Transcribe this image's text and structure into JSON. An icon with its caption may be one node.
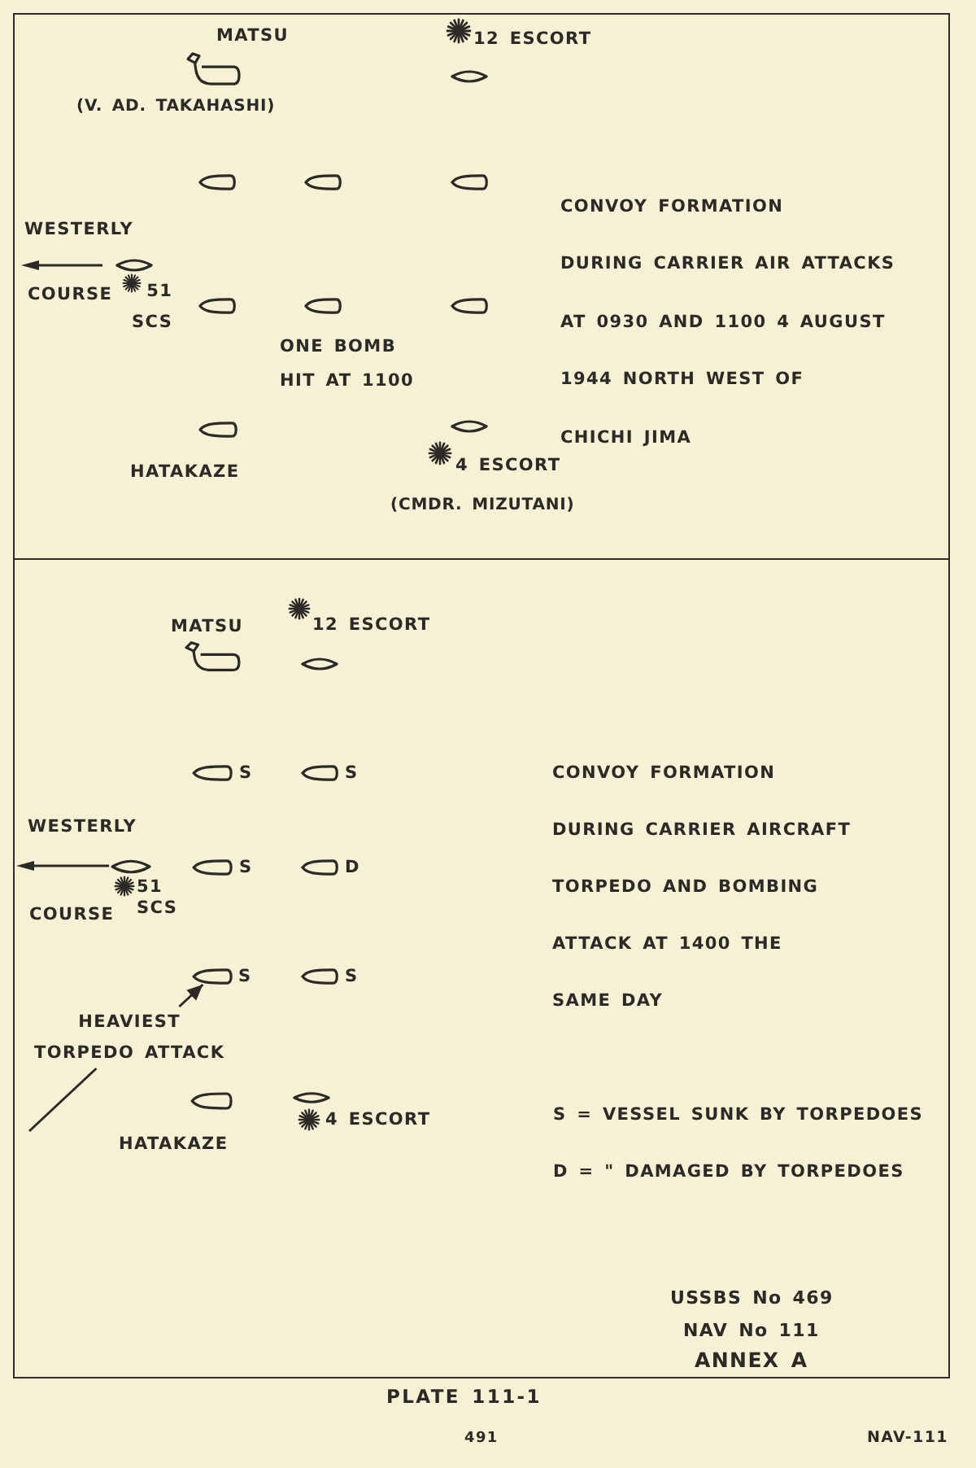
{
  "diagram": {
    "caption": "PLATE 111-1",
    "nodes": [
      {
        "text": [
          "CONVOY FORMATION DURING CARRIER AIR ATTACKS AT 0930 AND 1100 4 AUGUST 1944 NORTH WEST OF CHICHI JIMA"
        ]
      },
      {
        "text": [
          "CONVOY FORMATION DURING CARRIER AIRCRAFT TORPEDO AND BOMBING ATTACK AT 1400 THE SAME DAY"
        ]
      },
      {
        "text": [
          "HEAVIEST TORPEDO ATTACK"
        ],
        "in": 1
      },
      {
        "text": [],
        "shape": "ship",
        "beside": [
          "S"
        ],
        "in": 1
      }
    ],
    "edges": [
      {
        "from": null,
        "to": 2,
        "arrow": "none"
      },
      {
        "from": 2,
        "to": 3,
        "arrow": "to"
      }
    ],
    "labels": [
      "MATSU",
      "12 ESCORT",
      "(V. AD. TAKAHASHI)",
      "WESTERLY",
      "COURSE",
      "51 SCS",
      "ONE BOMB HIT AT 1100",
      "HATAKAZE",
      "4 ESCORT",
      "(CMDR. MIZUTANI)",
      "MATSU",
      "12 ESCORT",
      "S",
      "S",
      "WESTERLY",
      "S",
      "D",
      "51 SCS",
      "COURSE",
      "S",
      "4 ESCORT",
      "HATAKAZE",
      "USSBS No 469",
      "NAV No 111",
      "ANNEX A",
      "491",
      "NAV-111"
    ],
    "legend": [
      {
        "text": "S = VESSEL SUNK BY TORPEDOES"
      },
      {
        "text": "D = \" DAMAGED BY TORPEDOES"
      }
    ]
  }
}
